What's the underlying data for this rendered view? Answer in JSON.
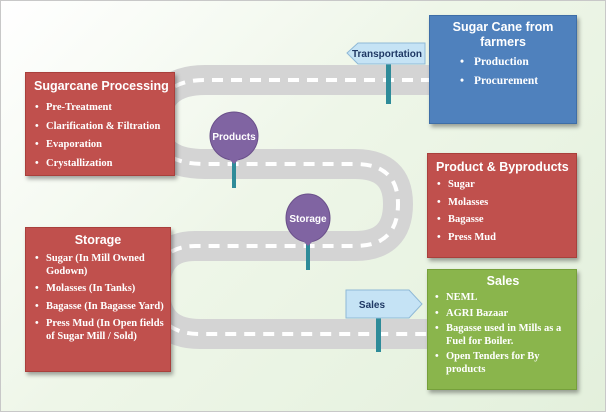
{
  "stages": {
    "farmers": {
      "title": "Sugar Cane from farmers",
      "items": [
        "Production",
        "Procurement"
      ]
    },
    "processing": {
      "title": "Sugarcane Processing",
      "items": [
        "Pre-Treatment",
        "Clarification & Filtration",
        "Evaporation",
        "Crystallization"
      ]
    },
    "products": {
      "title": "Product & Byproducts",
      "items": [
        "Sugar",
        "Molasses",
        "Bagasse",
        "Press Mud"
      ]
    },
    "storage": {
      "title": "Storage",
      "items": [
        "Sugar (In Mill Owned Godown)",
        "Molasses (In Tanks)",
        "Bagasse (In Bagasse Yard)",
        "Press Mud (In Open fields of Sugar Mill / Sold)"
      ]
    },
    "sales": {
      "title": "Sales",
      "items": [
        "NEML",
        "AGRI Bazaar",
        "Bagasse used in Mills as a Fuel for Boiler.",
        "Open Tenders for By products"
      ]
    }
  },
  "road_signs": {
    "transportation": "Transportation",
    "sales": "Sales"
  },
  "balloons": {
    "products": "Products",
    "storage": "Storage"
  },
  "colors": {
    "processing_box": "#c0504d",
    "farmers_box": "#4f81bd",
    "sales_box": "#8ab54c",
    "road": "#d4d4d4",
    "sign": "#c5e3f5",
    "balloon": "#8064a2",
    "pole": "#2e8b99"
  }
}
